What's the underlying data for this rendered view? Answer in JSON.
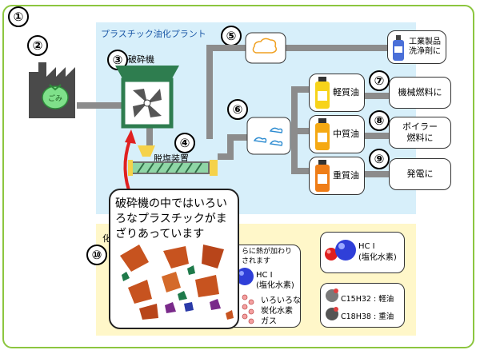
{
  "markers": [
    "①",
    "②",
    "③",
    "④",
    "⑤",
    "⑥",
    "⑦",
    "⑧",
    "⑨",
    "⑩"
  ],
  "plant": {
    "title": "プラスチック油化プラント",
    "crusher_label": "破砕機",
    "dechlorinator_label": "脱塩装置"
  },
  "factory": {
    "bag_text": "ごみ"
  },
  "products": {
    "industrial": [
      "工業製品",
      "洗浄剤に"
    ],
    "machine_fuel": "機械燃料に",
    "boiler_fuel": [
      "ボイラー",
      "燃料に"
    ],
    "power": "発電に"
  },
  "oils": {
    "light": "軽質油",
    "medium": "中質油",
    "heavy": "重質油"
  },
  "bubble_text": "破砕機の中ではいろいろなプラスチックがまざりあっています",
  "lower": {
    "section_prefix": "化",
    "heat_note": [
      "らに熱が加わり",
      "されます"
    ],
    "hcl_small": [
      "HC I",
      "(塩化水素)"
    ],
    "hydrocarbon": [
      "いろいろな",
      "炭化水素",
      "ガス"
    ],
    "hcl_box": [
      "HC I",
      "(塩化水素)"
    ],
    "c15": "C15H32 : 軽油",
    "c18": "C18H38 : 重油"
  },
  "colors": {
    "frame": "#8cc63f",
    "plant_bg": "#d7effa",
    "lower_bg": "#fff7c9",
    "crusher_green": "#2e7d4f",
    "arrow_red": "#e02020"
  }
}
